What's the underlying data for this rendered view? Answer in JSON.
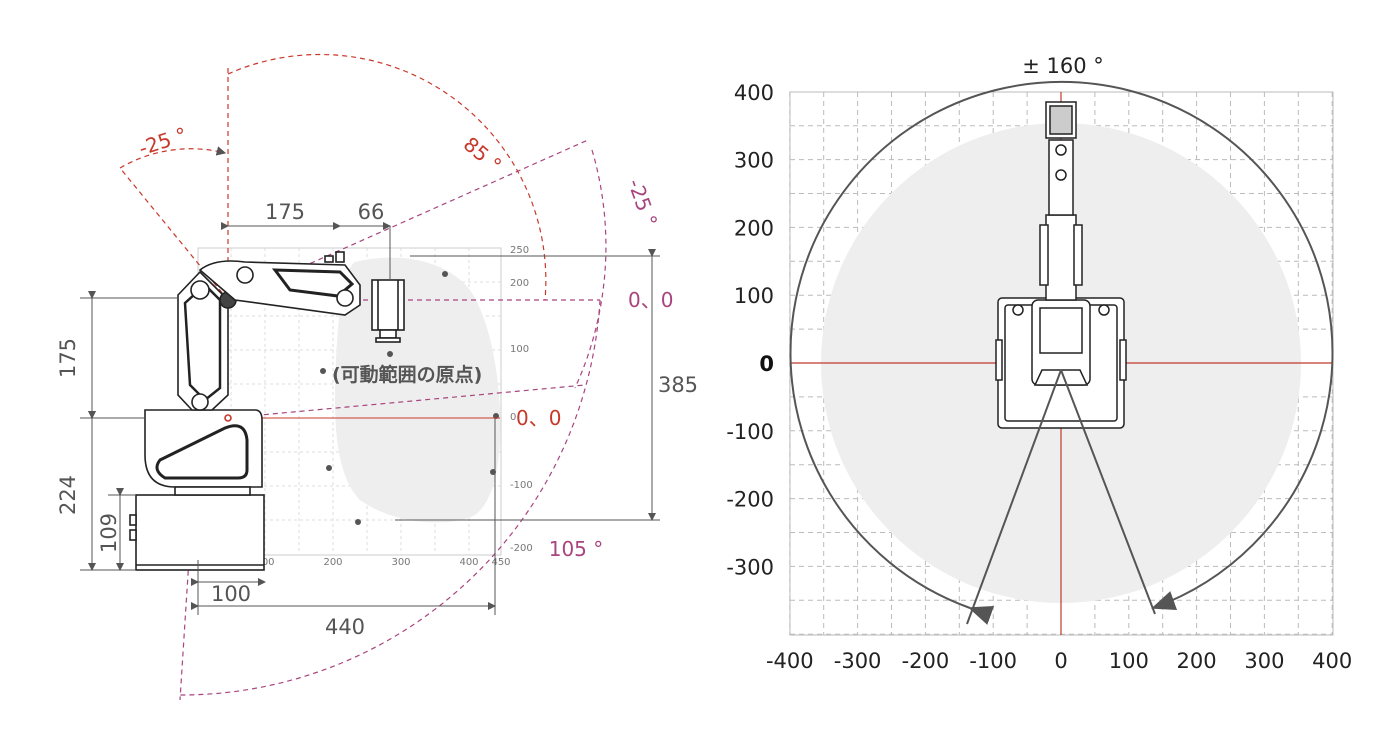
{
  "side_view": {
    "dimensions": {
      "top_reach": "175",
      "top_offset": "66",
      "upper_height": "175",
      "lower_height": "224",
      "base_height": "109",
      "total_height": "385",
      "base_offset": "100",
      "total_reach": "440"
    },
    "angles": {
      "j2_back": "-25 °",
      "j2_forward": "85 °",
      "j3_up": "-25 °",
      "j3_down": "105 °"
    },
    "origin_labels": {
      "tool_origin": "0、0",
      "base_origin": "0、0",
      "range_origin": "(可動範囲の原点)"
    },
    "grid_x_ticks": [
      "100",
      "200",
      "300",
      "400",
      "450"
    ],
    "grid_y_ticks": [
      "250",
      "200",
      "100",
      "0",
      "-100",
      "-200"
    ],
    "colors": {
      "red": "#c8382a",
      "magenta": "#a8457e",
      "workspace": "#eeeeee"
    }
  },
  "top_view": {
    "angle_label": "± 160 °",
    "x_ticks": [
      "-400",
      "-300",
      "-200",
      "-100",
      "0",
      "100",
      "200",
      "300",
      "400"
    ],
    "y_ticks": [
      "400",
      "300",
      "200",
      "100",
      "0",
      "-100",
      "-200",
      "-300"
    ],
    "x_values": [
      -400,
      -300,
      -200,
      -100,
      0,
      100,
      200,
      300,
      400
    ],
    "y_values": [
      400,
      300,
      200,
      100,
      0,
      -100,
      -200,
      -300
    ],
    "origin_axis_color": "#c0392b"
  }
}
